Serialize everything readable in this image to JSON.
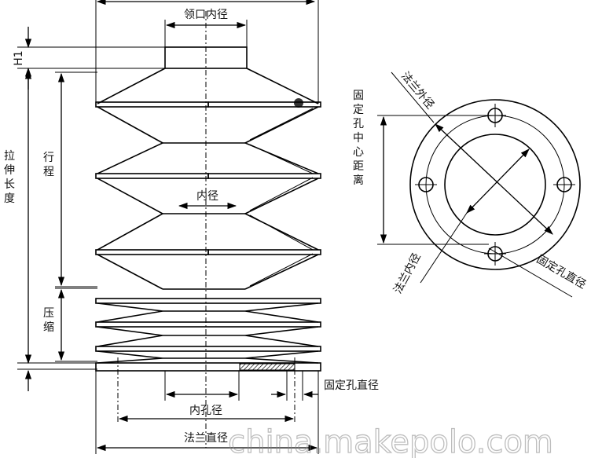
{
  "labels": {
    "neck_inner_diameter": "领口内径",
    "h1": "H1",
    "stretch_length": "拉伸长度",
    "stroke": "行程",
    "compression": "压缩",
    "inner_diameter": "内径",
    "fixing_hole_diameter_bottom": "固定孔直径",
    "inner_hole_diameter": "内孔径",
    "flange_diameter": "法兰直径",
    "flange_outer_diameter": "法兰外径",
    "fixing_hole_center_distance": "固定孔中心距离",
    "fixing_hole_diameter_right": "固定孔直径",
    "flange_inner_diameter": "法兰内径"
  },
  "watermark": "china.makepolo.com"
}
